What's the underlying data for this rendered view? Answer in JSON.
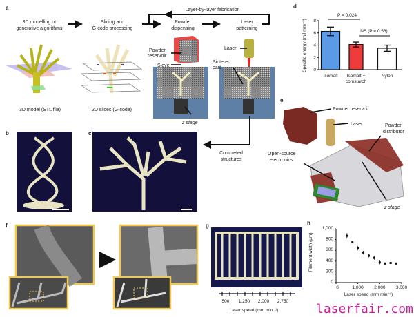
{
  "panel_a": {
    "label": "a",
    "steps": [
      [
        "3D modelling or",
        "generative algorithms"
      ],
      [
        "Slicing and",
        "G-code processing"
      ],
      [
        "Powder",
        "dispensing"
      ],
      [
        "Laser",
        "patterning"
      ]
    ],
    "loop_label": "Layer-by-layer fabrication",
    "captions": [
      "3D model (STL file)",
      "2D slices (G-code)"
    ],
    "callouts": {
      "powder_reservoir": [
        "Powder",
        "reservoir"
      ],
      "sieve": "Sieve",
      "laser": "Laser",
      "sintered_part": [
        "Sintered",
        "part"
      ],
      "z_stage": "z stage"
    },
    "completed": [
      "Completed",
      "structures"
    ]
  },
  "panel_b": {
    "label": "b"
  },
  "panel_c": {
    "label": "c"
  },
  "panel_e": {
    "label": "e",
    "callouts": {
      "powder_reservoir": "Powder reservoir",
      "laser": "Laser",
      "powder_distributor": [
        "Powder",
        "distributor"
      ],
      "electronics": [
        "Open-source",
        "electronics"
      ],
      "z_stage": "z stage"
    }
  },
  "panel_f": {
    "label": "f"
  },
  "panel_g": {
    "label": "g",
    "ticks": [
      "500",
      "1,250",
      "2,000",
      "2,750"
    ],
    "xlabel": "Laser speed (mm min⁻¹)"
  },
  "watermark": "laserfair.com",
  "chart_data": [
    {
      "panel": "d",
      "type": "bar",
      "categories": [
        [
          "Isomalt"
        ],
        [
          "Isomalt +",
          "cornstarch"
        ],
        [
          "Nylon"
        ]
      ],
      "values": [
        6.25,
        4.1,
        3.5
      ],
      "errors": [
        0.7,
        0.4,
        0.5
      ],
      "colors": [
        "#5b9be6",
        "#ee3b3b",
        "#ffffff"
      ],
      "ylabel": "Specific energy (mJ mm⁻³)",
      "ylim": [
        0,
        8
      ],
      "yticks": [
        "0",
        "2",
        "4",
        "6",
        "8"
      ],
      "annotations": [
        "P = 0.024",
        "NS (P = 0.56)"
      ]
    },
    {
      "panel": "h",
      "type": "scatter",
      "x": [
        500,
        750,
        1000,
        1250,
        1500,
        1750,
        2000,
        2250,
        2500,
        2750
      ],
      "y": [
        870,
        750,
        640,
        560,
        500,
        460,
        375,
        355,
        365,
        355
      ],
      "yerr": [
        50,
        15,
        40,
        30,
        30,
        35,
        35,
        20,
        15,
        10
      ],
      "xlabel": "Laser speed (mm min⁻¹)",
      "ylabel": "Filament width (μm)",
      "xlim": [
        0,
        3000
      ],
      "ylim": [
        0,
        1000
      ],
      "xticks": [
        "0",
        "1,000",
        "2,000",
        "3,000"
      ],
      "yticks": [
        "0",
        "200",
        "400",
        "600",
        "800",
        "1,000"
      ]
    }
  ]
}
